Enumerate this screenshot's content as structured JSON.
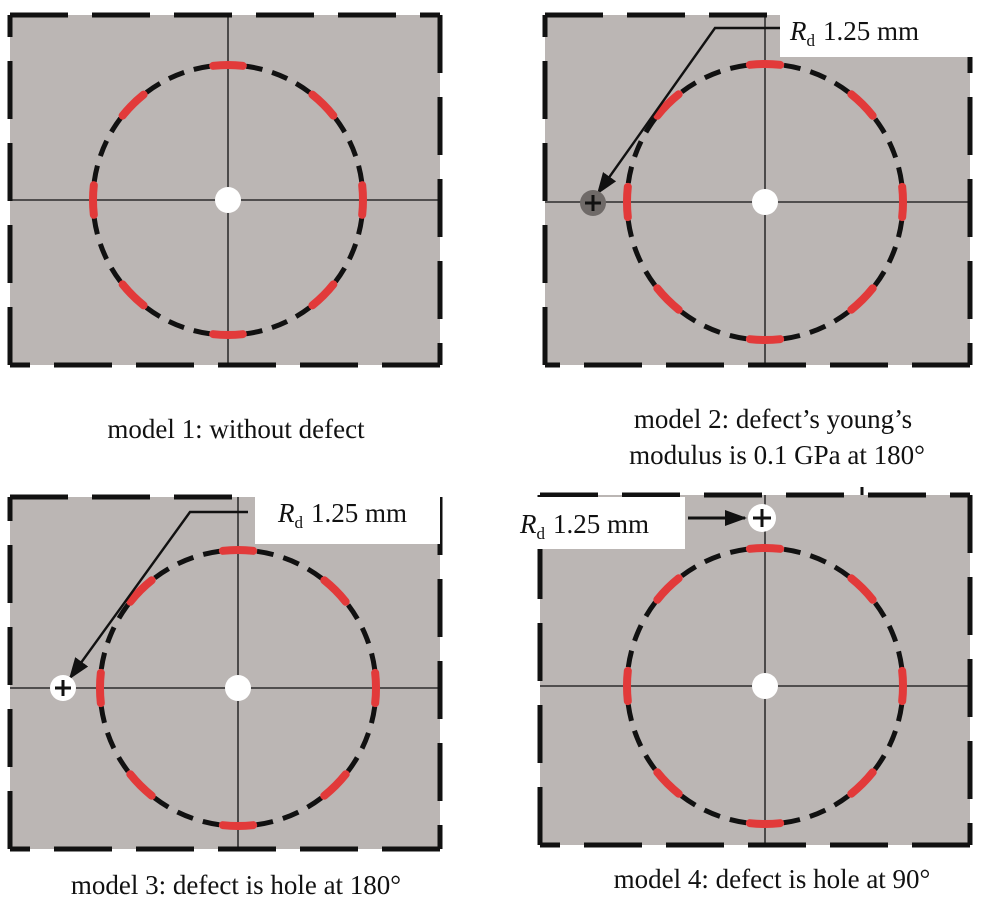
{
  "colors": {
    "background": "#ffffff",
    "plate": "#bbb6b4",
    "frame": "#111111",
    "ring": "#111111",
    "electrode": "#e23a3a",
    "axis": "#111111",
    "center_hole": "#ffffff",
    "defect_soft": "#6f6a68",
    "defect_hole": "#ffffff",
    "label_box": "#ffffff"
  },
  "icons": {
    "defect_marker": "plus-marker-icon",
    "leader": "arrow-icon"
  },
  "panels": [
    {
      "id": "model-1",
      "caption": "model 1: without defect",
      "defect": null
    },
    {
      "id": "model-2",
      "caption_lines": [
        "model 2: defect’s young’s",
        "modulus is 0.1 GPa at 180°"
      ],
      "defect": {
        "type": "soft",
        "angle_deg": 180,
        "label_symbol": "R",
        "label_subscript": "d",
        "label_value": "1.25 mm"
      }
    },
    {
      "id": "model-3",
      "caption": "model 3: defect is hole at 180°",
      "defect": {
        "type": "hole",
        "angle_deg": 180,
        "label_symbol": "R",
        "label_subscript": "d",
        "label_value": "1.25 mm"
      }
    },
    {
      "id": "model-4",
      "caption": "model 4: defect is hole at 90°",
      "defect": {
        "type": "hole",
        "angle_deg": 90,
        "label_symbol": "R",
        "label_subscript": "d",
        "label_value": "1.25 mm"
      }
    }
  ]
}
